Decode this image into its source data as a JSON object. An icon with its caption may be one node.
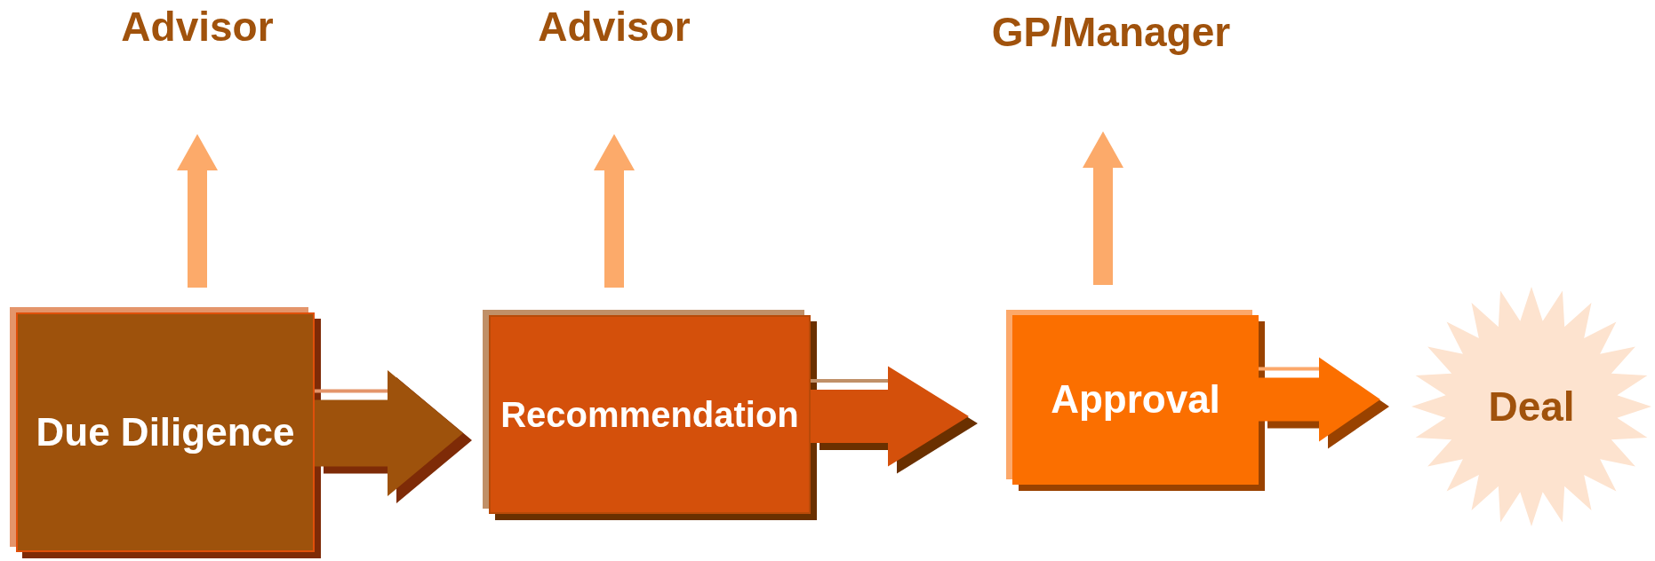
{
  "diagram": {
    "nodes": [
      {
        "text": [
          "Advisor"
        ]
      },
      {
        "text": [
          "Advisor"
        ]
      },
      {
        "text": [
          "GP/Manager"
        ]
      },
      {
        "text": [
          "Due Diligence"
        ]
      },
      {
        "text": [
          "Recommendation"
        ]
      },
      {
        "text": [
          "Approval"
        ]
      },
      {
        "text": [
          "Deal"
        ]
      }
    ],
    "edges": [
      {
        "from": 3,
        "to": 0,
        "arrow": "to",
        "style": "thick",
        "color": "#fcaa6a"
      },
      {
        "from": 4,
        "to": 1,
        "arrow": "to",
        "style": "thick",
        "color": "#fcaa6a"
      },
      {
        "from": 5,
        "to": 2,
        "arrow": "to",
        "style": "thick",
        "color": "#fcaa6a"
      },
      {
        "from": 3,
        "to": 4,
        "arrow": "to",
        "style": "thick",
        "color": "#9e520c"
      },
      {
        "from": 4,
        "to": 5,
        "arrow": "to",
        "style": "thick",
        "color": "#d4500b"
      },
      {
        "from": 5,
        "to": 6,
        "arrow": "to",
        "style": "thick",
        "color": "#fb6f00"
      }
    ]
  }
}
